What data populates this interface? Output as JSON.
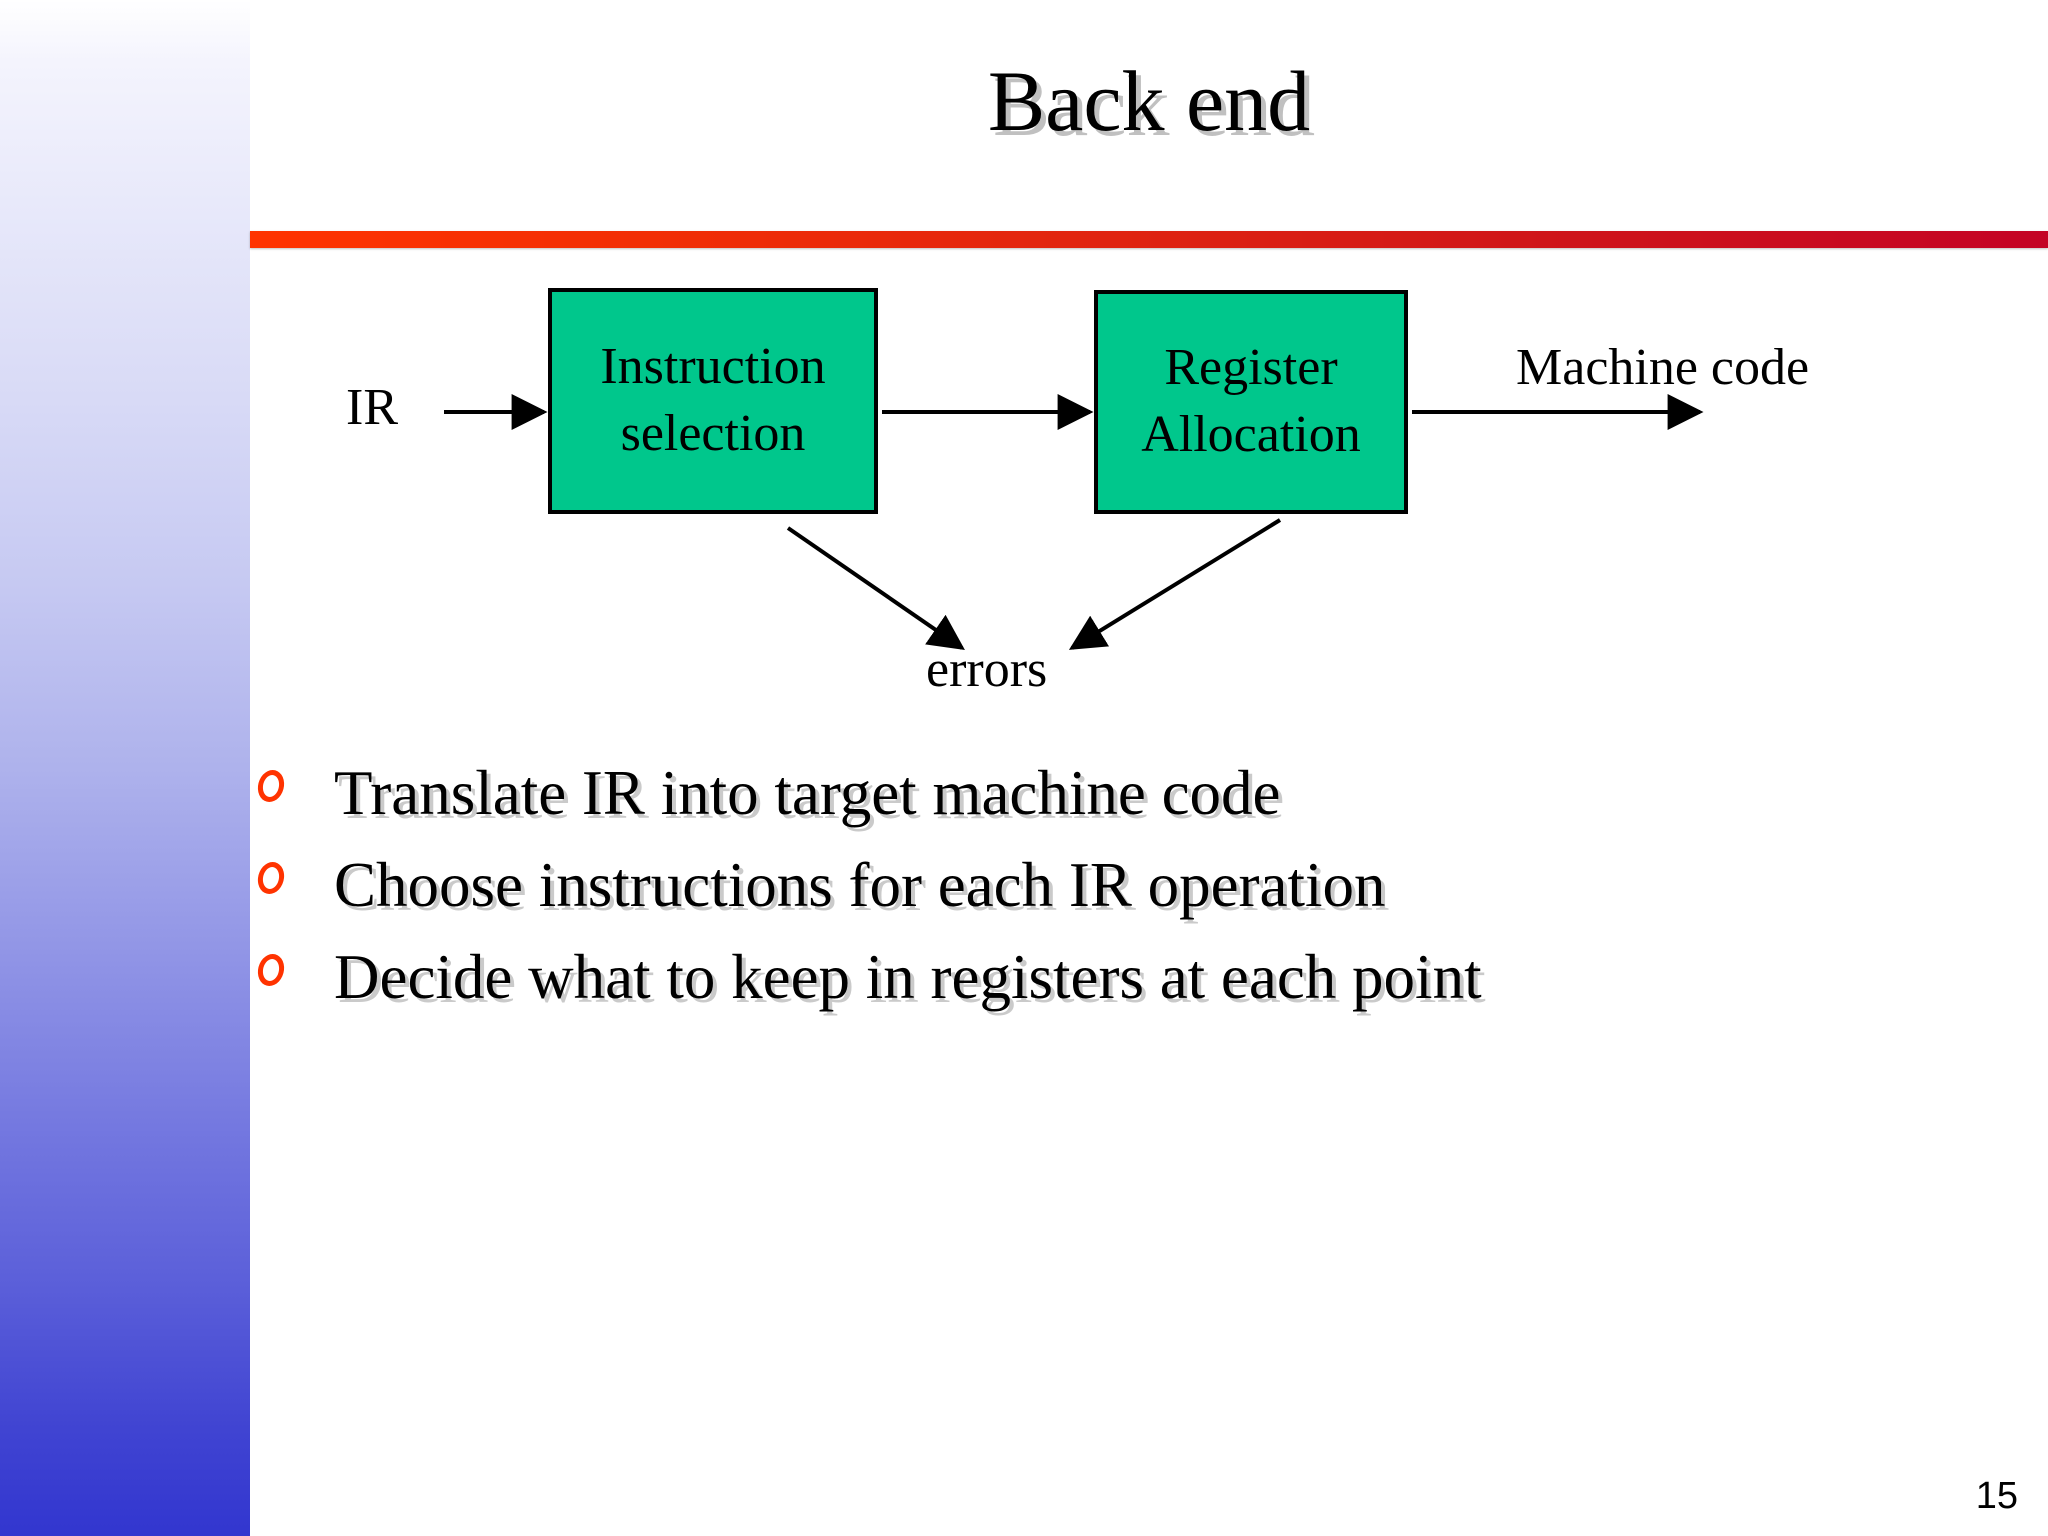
{
  "slide": {
    "title": "Back end",
    "page_number": "15",
    "accent_rule": {
      "from": "#ff3300",
      "to": "#c40325"
    },
    "sidebar": {
      "from": "#ffffff",
      "to": "#3236cf"
    }
  },
  "diagram": {
    "type": "flow",
    "box_fill": "#00c78c",
    "box_stroke": "#000000",
    "boxes": [
      {
        "id": "instruction-selection",
        "line1": "Instruction",
        "line2": "selection"
      },
      {
        "id": "register-allocation",
        "line1": "Register",
        "line2": "Allocation"
      }
    ],
    "labels": {
      "input": "IR",
      "output": "Machine code",
      "errors": "errors"
    },
    "edges": [
      {
        "from": "IR",
        "to": "Instruction selection"
      },
      {
        "from": "Instruction selection",
        "to": "Register Allocation"
      },
      {
        "from": "Register Allocation",
        "to": "Machine code"
      },
      {
        "from": "Instruction selection",
        "to": "errors"
      },
      {
        "from": "Register Allocation",
        "to": "errors"
      }
    ]
  },
  "bullets": {
    "marker_color": "#ff3300",
    "items": [
      {
        "text": "Translate IR into target machine code"
      },
      {
        "text": "Choose instructions for each IR operation"
      },
      {
        "text": "Decide what to keep in registers at each point"
      }
    ]
  }
}
